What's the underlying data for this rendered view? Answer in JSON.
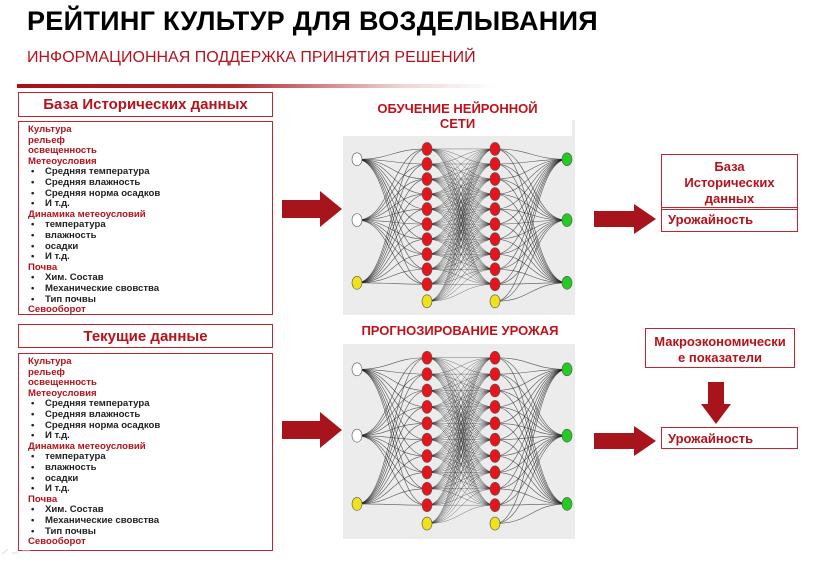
{
  "header": {
    "title": "РЕЙТИНГ КУЛЬТУР ДЛЯ ВОЗДЕЛЫВАНИЯ",
    "subtitle": "ИНФОРМАЦИОННАЯ ПОДДЕРЖКА ПРИНЯТИЯ РЕШЕНИЙ"
  },
  "colors": {
    "accent": "#b5121b",
    "arrow": "#a8141c",
    "hidden_node": "#e8141c",
    "bias_node": "#f0e21a",
    "output_node": "#22cc22",
    "input_node": "#ffffff",
    "panel_bg": "#ececec"
  },
  "historical": {
    "heading": "База Исторических данных",
    "items": [
      {
        "type": "cat",
        "text": "Культура"
      },
      {
        "type": "cat",
        "text": "рельеф"
      },
      {
        "type": "cat",
        "text": "освещенность"
      },
      {
        "type": "cat",
        "text": "Метеоусловия"
      },
      {
        "type": "bullet",
        "text": "Средняя температура"
      },
      {
        "type": "bullet",
        "text": "Средняя влажность"
      },
      {
        "type": "bullet",
        "text": "Средняя норма осадков"
      },
      {
        "type": "bullet",
        "text": "И т.д."
      },
      {
        "type": "cat",
        "text": "Динамика метеоусловий"
      },
      {
        "type": "bullet",
        "text": "температура"
      },
      {
        "type": "bullet",
        "text": "влажность"
      },
      {
        "type": "bullet",
        "text": "осадки"
      },
      {
        "type": "bullet",
        "text": "И т.д."
      },
      {
        "type": "cat",
        "text": "Почва"
      },
      {
        "type": "bullet",
        "text": "Хим. Состав"
      },
      {
        "type": "bullet",
        "text": "Механические свовства"
      },
      {
        "type": "bullet",
        "text": "Тип почвы"
      },
      {
        "type": "cat",
        "text": "Севооборот"
      }
    ]
  },
  "current": {
    "heading": "Текущие данные",
    "items": [
      {
        "type": "cat",
        "text": "Культура"
      },
      {
        "type": "cat",
        "text": "рельеф"
      },
      {
        "type": "cat",
        "text": "освещенность"
      },
      {
        "type": "cat",
        "text": "Метеоусловия"
      },
      {
        "type": "bullet",
        "text": "Средняя температура"
      },
      {
        "type": "bullet",
        "text": "Средняя влажность"
      },
      {
        "type": "bullet",
        "text": "Средняя норма осадков"
      },
      {
        "type": "bullet",
        "text": "И т.д."
      },
      {
        "type": "cat",
        "text": "Динамика метеоусловий"
      },
      {
        "type": "bullet",
        "text": "температура"
      },
      {
        "type": "bullet",
        "text": "влажность"
      },
      {
        "type": "bullet",
        "text": "осадки"
      },
      {
        "type": "bullet",
        "text": "И т.д."
      },
      {
        "type": "cat",
        "text": "Почва"
      },
      {
        "type": "bullet",
        "text": "Хим. Состав"
      },
      {
        "type": "bullet",
        "text": "Механические свовства"
      },
      {
        "type": "bullet",
        "text": "Тип почвы"
      },
      {
        "type": "cat",
        "text": "Севооборот"
      }
    ]
  },
  "bullet_glyph": "•",
  "training": {
    "title_line1": "ОБУЧЕНИЕ НЕЙРОННОЙ",
    "title_line2": "СЕТИ"
  },
  "forecast": {
    "title": "ПРОГНОЗИРОВАНИЕ УРОЖАЯ"
  },
  "network": {
    "input_nodes": 2,
    "input_bias_nodes": 1,
    "hidden1_nodes": 10,
    "hidden1_bias_nodes": 1,
    "hidden2_nodes": 10,
    "hidden2_bias_nodes": 1,
    "output_nodes": 3
  },
  "right_top": {
    "heading": "База Исторических данных",
    "yield_label": "Урожайность"
  },
  "right_bottom": {
    "macro_label": "Макроэкономические показатели",
    "yield_label": "Урожайность"
  }
}
